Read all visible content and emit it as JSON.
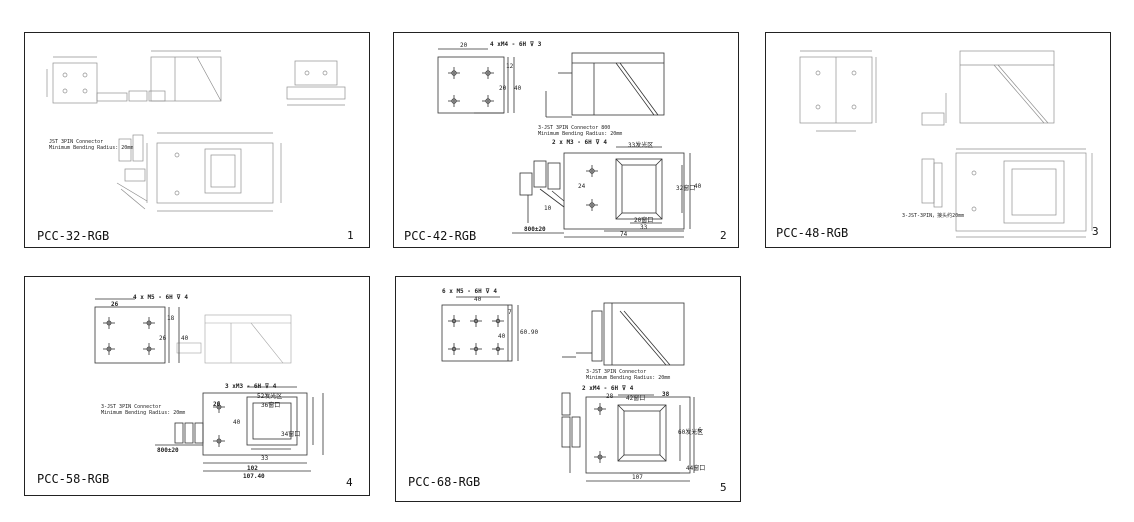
{
  "sheets": [
    {
      "model": "PCC-32-RGB",
      "number": "1",
      "notes": [
        "JST 3PIN Connector",
        "Minimum Bending Radius: 20mm"
      ]
    },
    {
      "model": "PCC-42-RGB",
      "number": "2",
      "notes": [
        "3-JST 3PIN Connector 800",
        "Minimum Bending Radius: 20mm"
      ],
      "callouts": [
        "4 xM4 - 6H ⊽ 3",
        "2 x M3 - 6H ⊽ 4",
        "33发光区"
      ],
      "dimensions": [
        "20",
        "12",
        "20",
        "40",
        "24",
        "32窗口",
        "40",
        "10",
        "20窗口",
        "33",
        "74",
        "800±20"
      ]
    },
    {
      "model": "PCC-48-RGB",
      "number": "3",
      "notes": [
        "3-JST-3PIN，接头约20mm"
      ]
    },
    {
      "model": "PCC-58-RGB",
      "number": "4",
      "notes": [
        "3-JST 3PIN Connector",
        "Minimum Bending Radius: 20mm"
      ],
      "callouts": [
        "4 x M5 - 6H ⊽ 4",
        "3 xM3 - 6H ⊽ 4",
        "52发光区",
        "36窗口"
      ],
      "dimensions": [
        "26",
        "18",
        "26",
        "40",
        "20",
        "40",
        "34窗口",
        "33",
        "102",
        "107.40",
        "800±20"
      ]
    },
    {
      "model": "PCC-68-RGB",
      "number": "5",
      "notes": [
        "3-JST 3PIN Connector",
        "Minimum Bending Radius: 20mm"
      ],
      "callouts": [
        "6 x M5 - 6H ⊽ 4",
        "2 xM4 - 6H ⊽ 4",
        "42窗口",
        "60发光区"
      ],
      "dimensions": [
        "40",
        "7",
        "40",
        "60.90",
        "28",
        "38",
        "44窗口",
        "107",
        "6"
      ]
    }
  ]
}
